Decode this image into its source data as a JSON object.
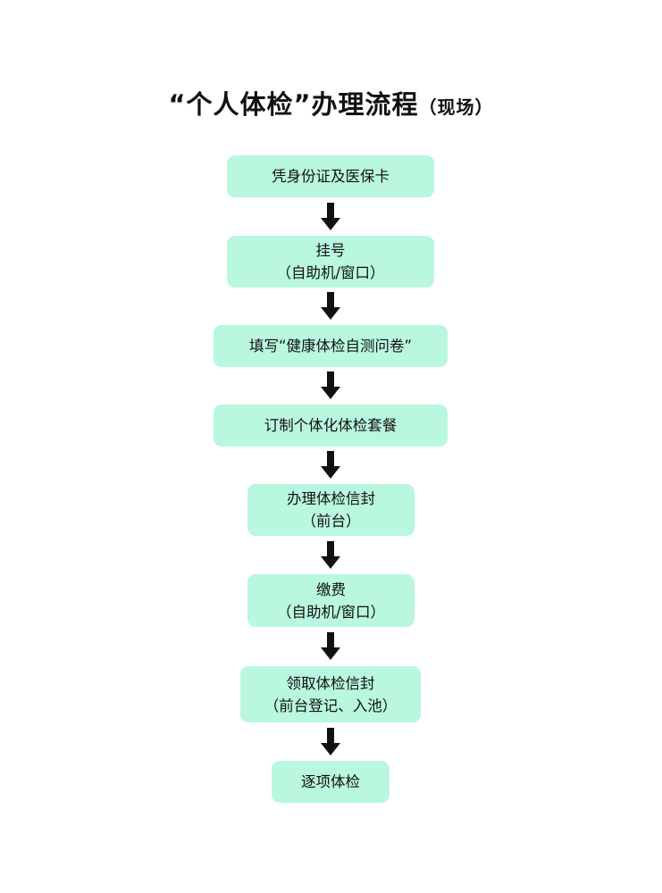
{
  "title": {
    "main": "“个人体检”办理流程",
    "sub": "（现场）"
  },
  "colors": {
    "box_fill": "#b9f7df",
    "arrow": "#111111"
  },
  "steps": [
    {
      "line1": "凭身份证及医保卡",
      "line2": ""
    },
    {
      "line1": "挂号",
      "line2": "（自助机/窗口）"
    },
    {
      "line1": "填写“健康体检自测问卷”",
      "line2": ""
    },
    {
      "line1": "订制个体化体检套餐",
      "line2": ""
    },
    {
      "line1": "办理体检信封",
      "line2": "（前台）"
    },
    {
      "line1": "缴费",
      "line2": "（自助机/窗口）"
    },
    {
      "line1": "领取体检信封",
      "line2": "（前台登记、入池）"
    },
    {
      "line1": "逐项体检",
      "line2": ""
    }
  ]
}
